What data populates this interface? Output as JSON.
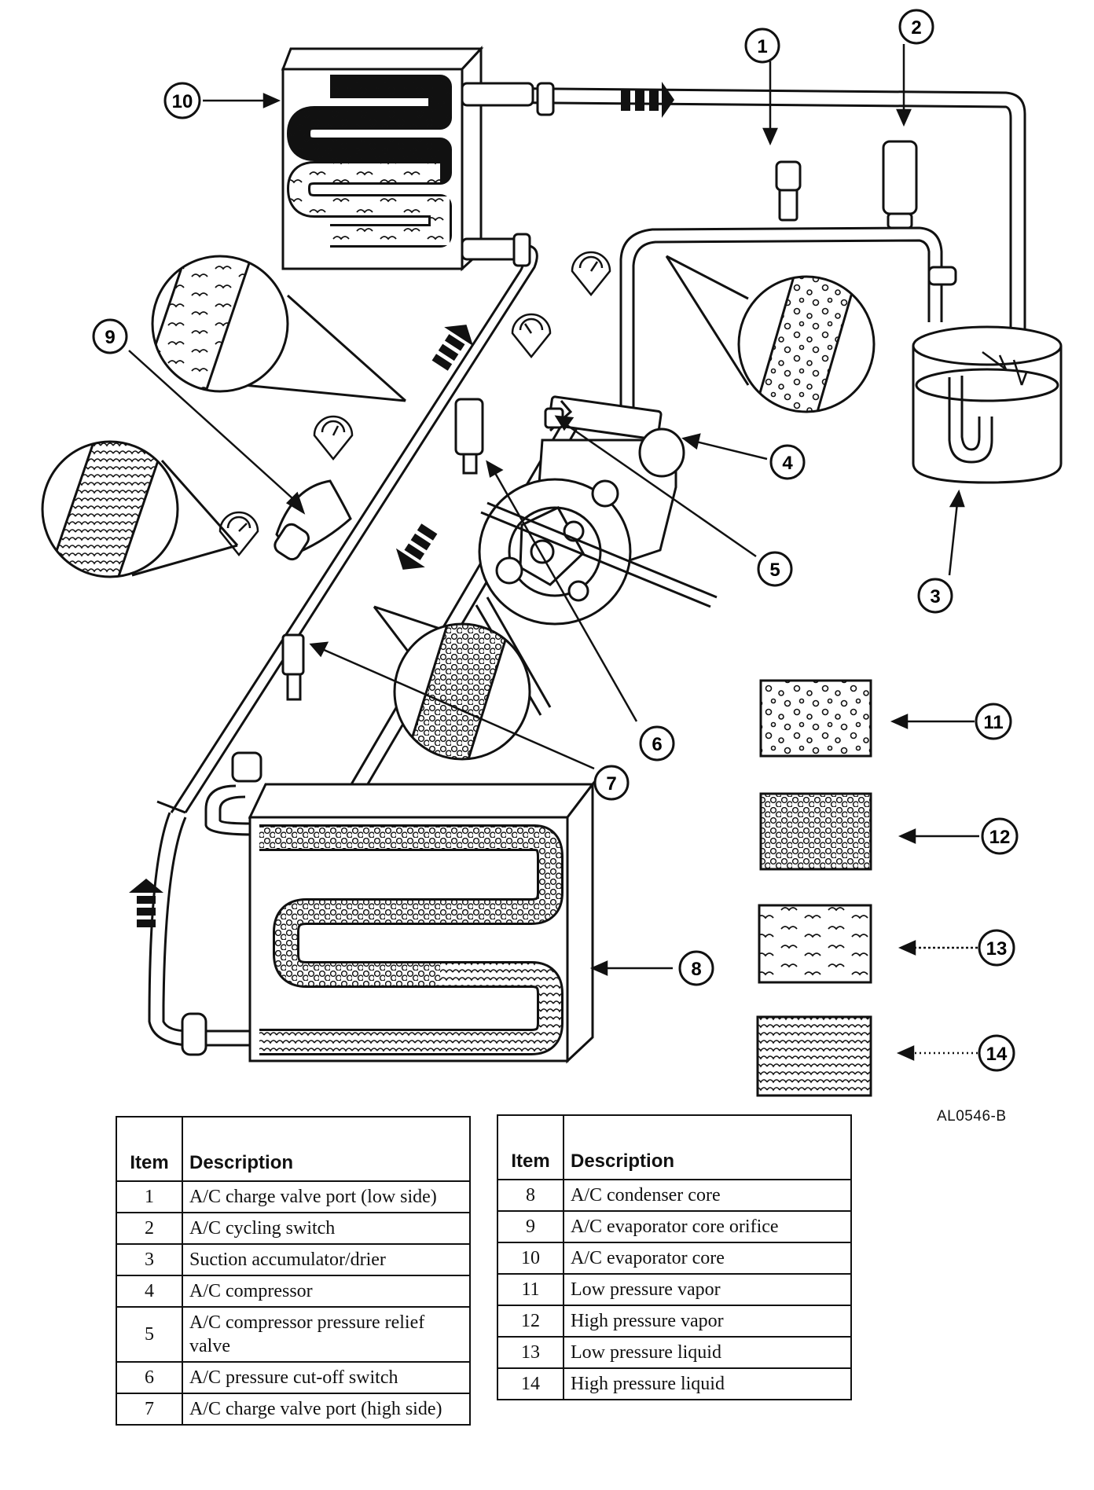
{
  "figure_id": "AL0546-B",
  "callouts": [
    "1",
    "2",
    "3",
    "4",
    "5",
    "6",
    "7",
    "8",
    "9",
    "10",
    "11",
    "12",
    "13",
    "14"
  ],
  "legend": {
    "header_item": "Item",
    "header_description": "Description",
    "left_rows": [
      {
        "item": "1",
        "description": "A/C charge valve port (low side)"
      },
      {
        "item": "2",
        "description": "A/C cycling switch"
      },
      {
        "item": "3",
        "description": "Suction accumulator/drier"
      },
      {
        "item": "4",
        "description": "A/C compressor"
      },
      {
        "item": "5",
        "description": "A/C compressor pressure relief valve"
      },
      {
        "item": "6",
        "description": "A/C pressure cut-off switch"
      },
      {
        "item": "7",
        "description": "A/C charge valve port (high side)"
      }
    ],
    "right_rows": [
      {
        "item": "8",
        "description": "A/C condenser core"
      },
      {
        "item": "9",
        "description": "A/C evaporator core orifice"
      },
      {
        "item": "10",
        "description": "A/C evaporator core"
      },
      {
        "item": "11",
        "description": "Low pressure vapor"
      },
      {
        "item": "12",
        "description": "High pressure vapor"
      },
      {
        "item": "13",
        "description": "Low pressure liquid"
      },
      {
        "item": "14",
        "description": "High pressure liquid"
      }
    ]
  }
}
